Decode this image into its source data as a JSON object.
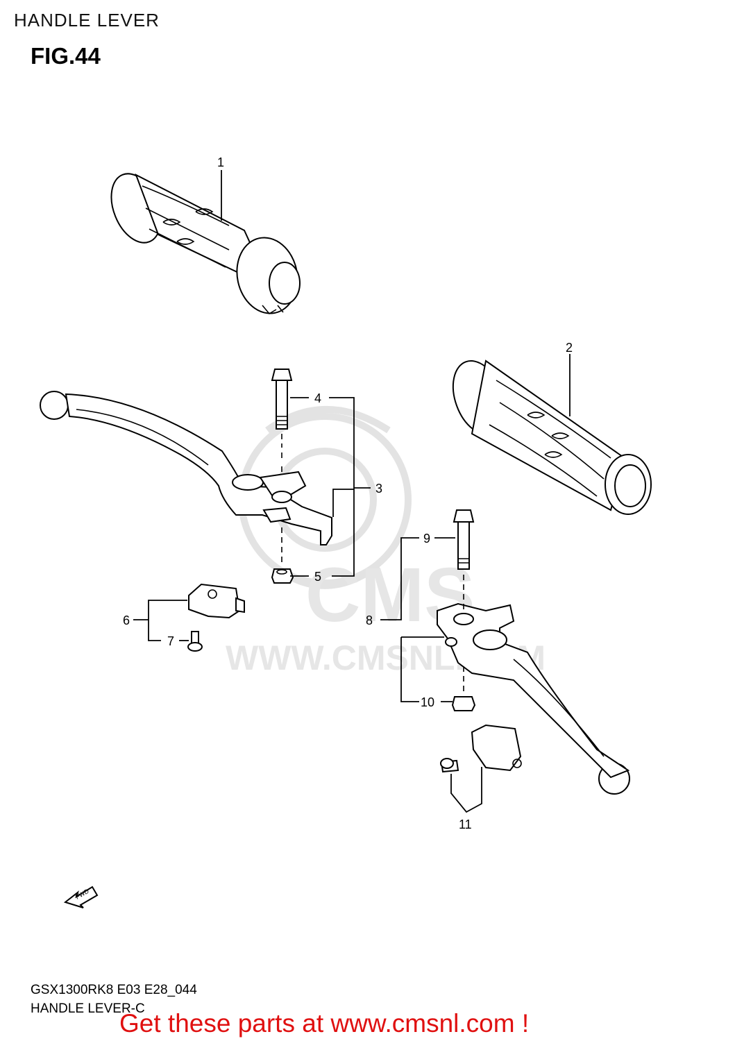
{
  "header": {
    "section": "HANDLE LEVER",
    "figure": "FIG.44"
  },
  "watermark": {
    "brand": "CMS",
    "url": "WWW.CMSNL.COM"
  },
  "callouts": [
    "1",
    "2",
    "3",
    "4",
    "5",
    "6",
    "7",
    "8",
    "9",
    "10",
    "11"
  ],
  "direction_marker": "FWD",
  "footer": {
    "code": "GSX1300RK8 E03 E28_044",
    "name": "HANDLE LEVER-C",
    "cta": "Get these parts at www.cmsnl.com !"
  },
  "colors": {
    "cta": "#e01010",
    "watermark": "#e3e3e3"
  }
}
